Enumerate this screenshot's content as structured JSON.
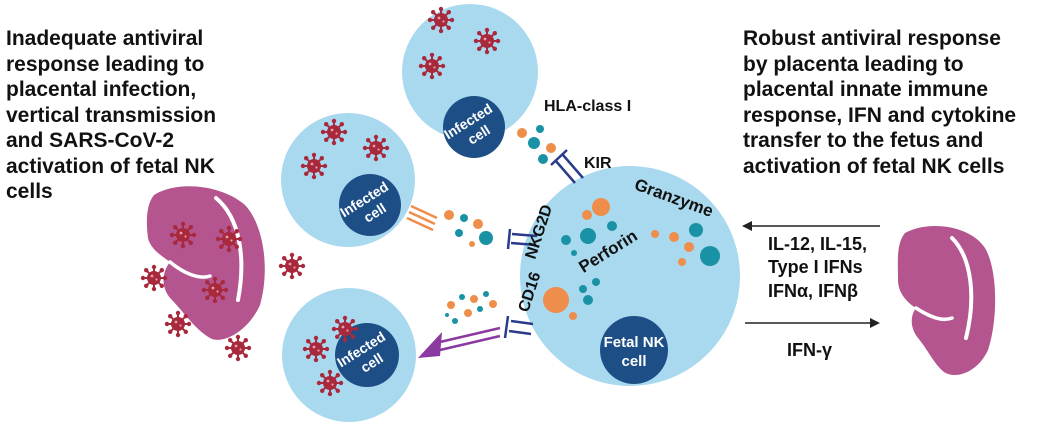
{
  "left_caption": [
    "Inadequate antiviral",
    "response leading to",
    "placental infection,",
    "vertical transmission",
    "and SARS-CoV-2",
    "activation of fetal NK",
    "cells"
  ],
  "right_caption": [
    "Robust antiviral response",
    "by placenta leading to",
    "placental innate immune",
    "response, IFN and cytokine",
    "transfer to the fetus and",
    "activation of fetal NK cells"
  ],
  "cells": {
    "infected_top": [
      "Infected",
      "cell"
    ],
    "infected_middle": [
      "Infected",
      "cell"
    ],
    "infected_bottom": [
      "Infected",
      "cell"
    ],
    "nk_cell": [
      "Fetal NK",
      "cell"
    ]
  },
  "receptors": {
    "hla": "HLA-class I",
    "kir": "KIR",
    "nkg2d": "NKG2D",
    "cd16": "CD16"
  },
  "granules": {
    "granzyme": "Granzyme",
    "perforin": "Perforin"
  },
  "signals": {
    "to_nk": [
      "IL-12, IL-15,",
      "Type I IFNs",
      "IFNα, IFNβ"
    ],
    "from_nk": "IFN-γ"
  },
  "colors": {
    "cell_body": "#a9d9ef",
    "nucleus": "#1d4f86",
    "virus": "#a8283c",
    "placenta": "#b4558f",
    "orange": "#ef8d4b",
    "teal": "#1a92a5",
    "receptor": "#2b3a8a",
    "antibody": "#8a3aa0"
  },
  "icons": [
    "virus-icon",
    "placenta-icon",
    "antibody-icon",
    "receptor-icon"
  ]
}
